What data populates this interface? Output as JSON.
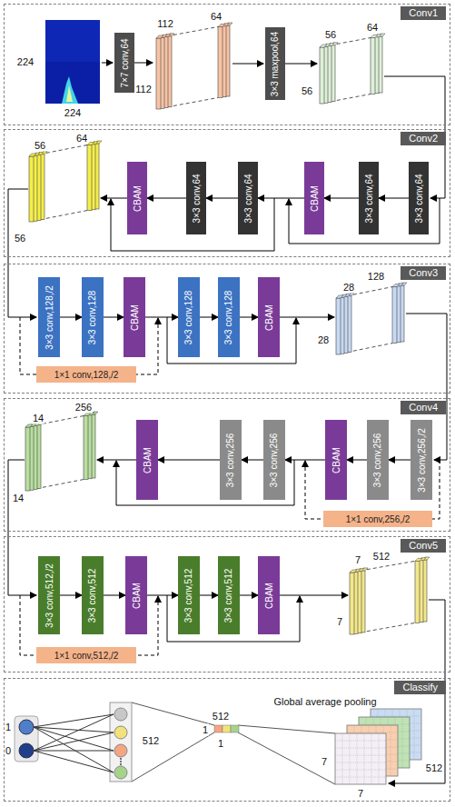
{
  "diagram": {
    "nodes": [
      {
        "text": [
          "Conv1"
        ]
      },
      {
        "text": [
          "7×7 conv,64"
        ],
        "in": 0
      },
      {
        "text": [
          "3×3 maxpool,64"
        ],
        "in": 0
      },
      {
        "text": [
          "Conv2"
        ]
      },
      {
        "text": [
          "3×3 conv,64"
        ],
        "in": 3
      },
      {
        "text": [
          "3×3 conv,64"
        ],
        "in": 3
      },
      {
        "text": [
          "CBAM"
        ],
        "in": 3
      },
      {
        "text": [
          "3×3 conv,64"
        ],
        "in": 3
      },
      {
        "text": [
          "3×3 conv,64"
        ],
        "in": 3
      },
      {
        "text": [
          "CBAM"
        ],
        "in": 3
      },
      {
        "text": [
          "Conv3"
        ]
      },
      {
        "text": [
          "3×3 conv,128,/2"
        ],
        "in": 10
      },
      {
        "text": [
          "3×3 conv,128"
        ],
        "in": 10
      },
      {
        "text": [
          "CBAM"
        ],
        "in": 10
      },
      {
        "text": [
          "3×3 conv,128"
        ],
        "in": 10
      },
      {
        "text": [
          "3×3 conv,128"
        ],
        "in": 10
      },
      {
        "text": [
          "CBAM"
        ],
        "in": 10
      },
      {
        "text": [
          "1×1 conv,128,/2"
        ],
        "in": 10
      },
      {
        "text": [
          "Conv4"
        ]
      },
      {
        "text": [
          "3×3 conv,256,/2"
        ],
        "in": 18
      },
      {
        "text": [
          "3×3 conv,256"
        ],
        "in": 18
      },
      {
        "text": [
          "CBAM"
        ],
        "in": 18
      },
      {
        "text": [
          "3×3 conv,256"
        ],
        "in": 18
      },
      {
        "text": [
          "3×3 conv,256"
        ],
        "in": 18
      },
      {
        "text": [
          "CBAM"
        ],
        "in": 18
      },
      {
        "text": [
          "1×1 conv,256,/2"
        ],
        "in": 18
      },
      {
        "text": [
          "Conv5"
        ]
      },
      {
        "text": [
          "3×3 conv,512,/2"
        ],
        "in": 26
      },
      {
        "text": [
          "3×3 conv,512"
        ],
        "in": 26
      },
      {
        "text": [
          "CBAM"
        ],
        "in": 26
      },
      {
        "text": [
          "3×3 conv,512"
        ],
        "in": 26
      },
      {
        "text": [
          "3×3 conv,512"
        ],
        "in": 26
      },
      {
        "text": [
          "CBAM"
        ],
        "in": 26
      },
      {
        "text": [
          "1×1 conv,512,/2"
        ],
        "in": 26
      },
      {
        "text": [
          "Classify"
        ]
      }
    ],
    "edges": [
      {
        "from": 4,
        "to": 5,
        "arrow": "to"
      },
      {
        "from": 5,
        "to": 6,
        "arrow": "to"
      },
      {
        "from": 6,
        "to": 7,
        "arrow": "to"
      },
      {
        "from": 7,
        "to": 8,
        "arrow": "to"
      },
      {
        "from": 8,
        "to": 9,
        "arrow": "to"
      },
      {
        "from": 11,
        "to": 12,
        "arrow": "to"
      },
      {
        "from": 12,
        "to": 13,
        "arrow": "to"
      },
      {
        "from": 13,
        "to": 14,
        "arrow": "to"
      },
      {
        "from": 14,
        "to": 15,
        "arrow": "to"
      },
      {
        "from": 15,
        "to": 16,
        "arrow": "to"
      },
      {
        "from": 19,
        "to": 20,
        "arrow": "to"
      },
      {
        "from": 20,
        "to": 21,
        "arrow": "to"
      },
      {
        "from": 21,
        "to": 22,
        "arrow": "to"
      },
      {
        "from": 22,
        "to": 23,
        "arrow": "to"
      },
      {
        "from": 23,
        "to": 24,
        "arrow": "to"
      },
      {
        "from": 27,
        "to": 28,
        "arrow": "to"
      },
      {
        "from": 28,
        "to": 29,
        "arrow": "to"
      },
      {
        "from": 29,
        "to": 30,
        "arrow": "to"
      },
      {
        "from": 30,
        "to": 31,
        "arrow": "to"
      },
      {
        "from": 31,
        "to": 32,
        "arrow": "to"
      }
    ],
    "labels": [
      "224",
      "224",
      "112",
      "64",
      "112",
      "56",
      "64",
      "56",
      "56",
      "64",
      "56",
      "28",
      "128",
      "28",
      "14",
      "256",
      "14",
      "7",
      "512",
      "7",
      "1",
      "0",
      "512",
      "Global average pooling",
      "512",
      "1",
      "1",
      "7",
      "512",
      "7"
    ]
  }
}
